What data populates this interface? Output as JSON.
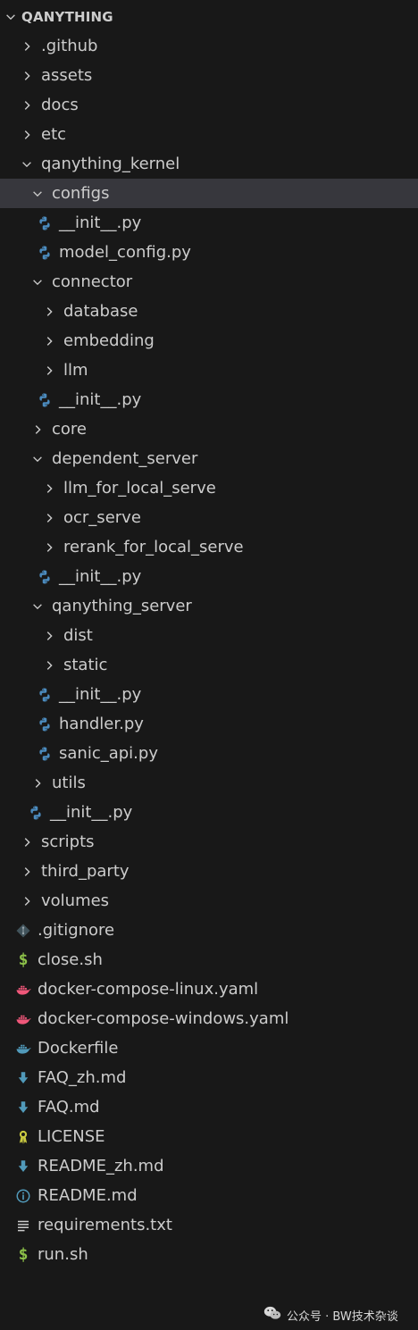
{
  "explorer": {
    "root": "QANYTHING",
    "items": [
      {
        "label": ".github",
        "type": "folder",
        "expanded": false,
        "depth": 1
      },
      {
        "label": "assets",
        "type": "folder",
        "expanded": false,
        "depth": 1
      },
      {
        "label": "docs",
        "type": "folder",
        "expanded": false,
        "depth": 1
      },
      {
        "label": "etc",
        "type": "folder",
        "expanded": false,
        "depth": 1
      },
      {
        "label": "qanything_kernel",
        "type": "folder",
        "expanded": true,
        "depth": 1
      },
      {
        "label": "configs",
        "type": "folder",
        "expanded": true,
        "depth": 2,
        "selected": true
      },
      {
        "label": "__init__.py",
        "type": "file",
        "icon": "python",
        "depth": 3
      },
      {
        "label": "model_config.py",
        "type": "file",
        "icon": "python",
        "depth": 3
      },
      {
        "label": "connector",
        "type": "folder",
        "expanded": true,
        "depth": 2
      },
      {
        "label": "database",
        "type": "folder",
        "expanded": false,
        "depth": 3
      },
      {
        "label": "embedding",
        "type": "folder",
        "expanded": false,
        "depth": 3
      },
      {
        "label": "llm",
        "type": "folder",
        "expanded": false,
        "depth": 3
      },
      {
        "label": "__init__.py",
        "type": "file",
        "icon": "python",
        "depth": 3
      },
      {
        "label": "core",
        "type": "folder",
        "expanded": false,
        "depth": 2
      },
      {
        "label": "dependent_server",
        "type": "folder",
        "expanded": true,
        "depth": 2
      },
      {
        "label": "llm_for_local_serve",
        "type": "folder",
        "expanded": false,
        "depth": 3
      },
      {
        "label": "ocr_serve",
        "type": "folder",
        "expanded": false,
        "depth": 3
      },
      {
        "label": "rerank_for_local_serve",
        "type": "folder",
        "expanded": false,
        "depth": 3
      },
      {
        "label": "__init__.py",
        "type": "file",
        "icon": "python",
        "depth": 3
      },
      {
        "label": "qanything_server",
        "type": "folder",
        "expanded": true,
        "depth": 2
      },
      {
        "label": "dist",
        "type": "folder",
        "expanded": false,
        "depth": 3
      },
      {
        "label": "static",
        "type": "folder",
        "expanded": false,
        "depth": 3
      },
      {
        "label": "__init__.py",
        "type": "file",
        "icon": "python",
        "depth": 3
      },
      {
        "label": "handler.py",
        "type": "file",
        "icon": "python",
        "depth": 3
      },
      {
        "label": "sanic_api.py",
        "type": "file",
        "icon": "python",
        "depth": 3
      },
      {
        "label": "utils",
        "type": "folder",
        "expanded": false,
        "depth": 2
      },
      {
        "label": "__init__.py",
        "type": "file",
        "icon": "python",
        "depth": 2
      },
      {
        "label": "scripts",
        "type": "folder",
        "expanded": false,
        "depth": 1
      },
      {
        "label": "third_party",
        "type": "folder",
        "expanded": false,
        "depth": 1
      },
      {
        "label": "volumes",
        "type": "folder",
        "expanded": false,
        "depth": 1
      },
      {
        "label": ".gitignore",
        "type": "file",
        "icon": "git",
        "depth": 1
      },
      {
        "label": "close.sh",
        "type": "file",
        "icon": "shell",
        "depth": 1
      },
      {
        "label": "docker-compose-linux.yaml",
        "type": "file",
        "icon": "docker-compose",
        "depth": 1
      },
      {
        "label": "docker-compose-windows.yaml",
        "type": "file",
        "icon": "docker-compose",
        "depth": 1
      },
      {
        "label": "Dockerfile",
        "type": "file",
        "icon": "docker",
        "depth": 1
      },
      {
        "label": "FAQ_zh.md",
        "type": "file",
        "icon": "markdown",
        "depth": 1
      },
      {
        "label": "FAQ.md",
        "type": "file",
        "icon": "markdown",
        "depth": 1
      },
      {
        "label": "LICENSE",
        "type": "file",
        "icon": "license",
        "depth": 1
      },
      {
        "label": "README_zh.md",
        "type": "file",
        "icon": "markdown",
        "depth": 1
      },
      {
        "label": "README.md",
        "type": "file",
        "icon": "info",
        "depth": 1
      },
      {
        "label": "requirements.txt",
        "type": "file",
        "icon": "text",
        "depth": 1
      },
      {
        "label": "run.sh",
        "type": "file",
        "icon": "shell",
        "depth": 1
      }
    ]
  },
  "watermark": {
    "text": "公众号 · BW技术杂谈"
  },
  "colors": {
    "background": "#181818",
    "selected_row": "#37373d",
    "text": "#cccccc",
    "python_blue": "#4b8bbe",
    "shell_green": "#8dc149",
    "docker_compose_pink": "#f0577a",
    "docker_blue": "#519aba",
    "markdown_blue": "#519aba",
    "license_yellow": "#cbcb41"
  }
}
